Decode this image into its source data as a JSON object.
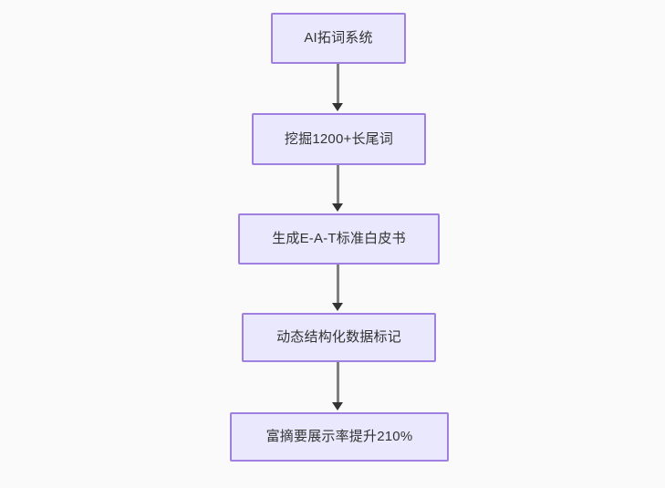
{
  "diagram": {
    "type": "flowchart",
    "direction": "top-to-bottom",
    "background_color": "#fafafa",
    "node_fill_color": "#eae8fc",
    "node_border_color": "#9f7fe0",
    "edge_color": "#7f7f7f",
    "arrowhead_color": "#333333",
    "nodes": [
      {
        "id": "n0",
        "label": "AI拓词系统"
      },
      {
        "id": "n1",
        "label": "挖掘1200+长尾词"
      },
      {
        "id": "n2",
        "label": "生成E-A-T标准白皮书"
      },
      {
        "id": "n3",
        "label": "动态结构化数据标记"
      },
      {
        "id": "n4",
        "label": "富摘要展示率提升210%"
      }
    ],
    "edges": [
      {
        "from": "n0",
        "to": "n1",
        "label": ""
      },
      {
        "from": "n1",
        "to": "n2",
        "label": ""
      },
      {
        "from": "n2",
        "to": "n3",
        "label": ""
      },
      {
        "from": "n3",
        "to": "n4",
        "label": ""
      }
    ]
  }
}
